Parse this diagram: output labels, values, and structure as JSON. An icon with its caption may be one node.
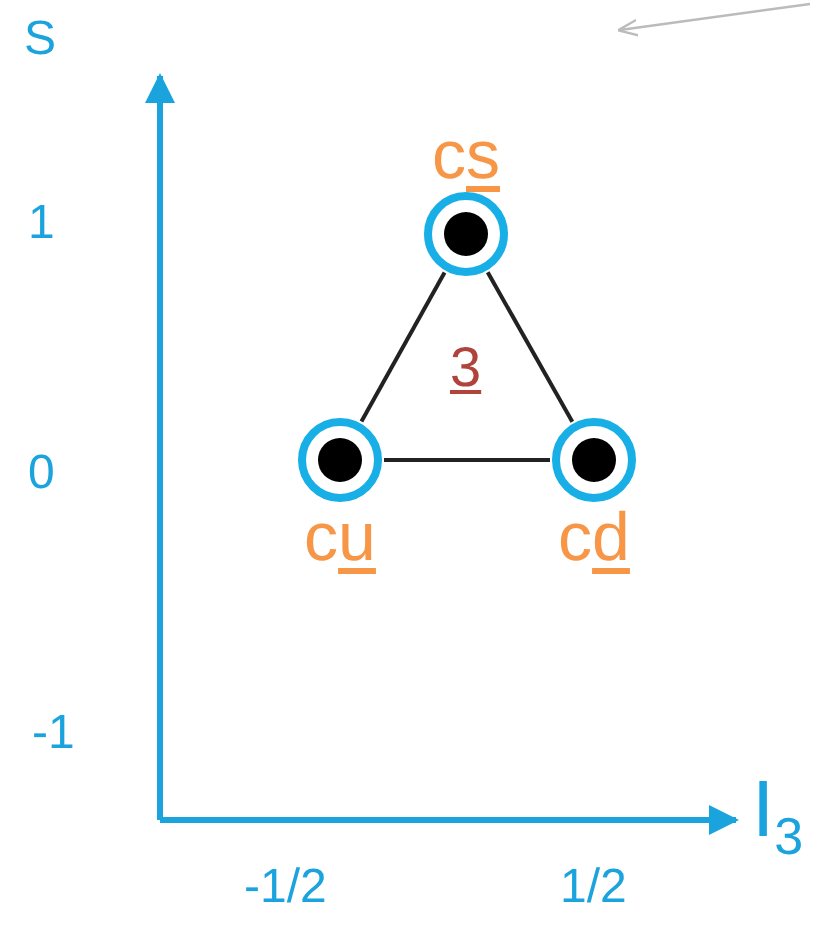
{
  "diagram": {
    "nodes": [
      {
        "text": [
          "cs"
        ]
      },
      {
        "text": [
          "cu"
        ]
      },
      {
        "text": [
          "cd"
        ]
      }
    ],
    "edges": [
      {
        "from": 0,
        "to": 1,
        "arrow": "none"
      },
      {
        "from": 1,
        "to": 2,
        "arrow": "none"
      },
      {
        "from": 2,
        "to": 0,
        "arrow": "none"
      }
    ],
    "labels": [
      "S",
      "1",
      "3",
      "0",
      "-1",
      "I$_{3}$",
      "-1/2",
      "1/2"
    ]
  }
}
